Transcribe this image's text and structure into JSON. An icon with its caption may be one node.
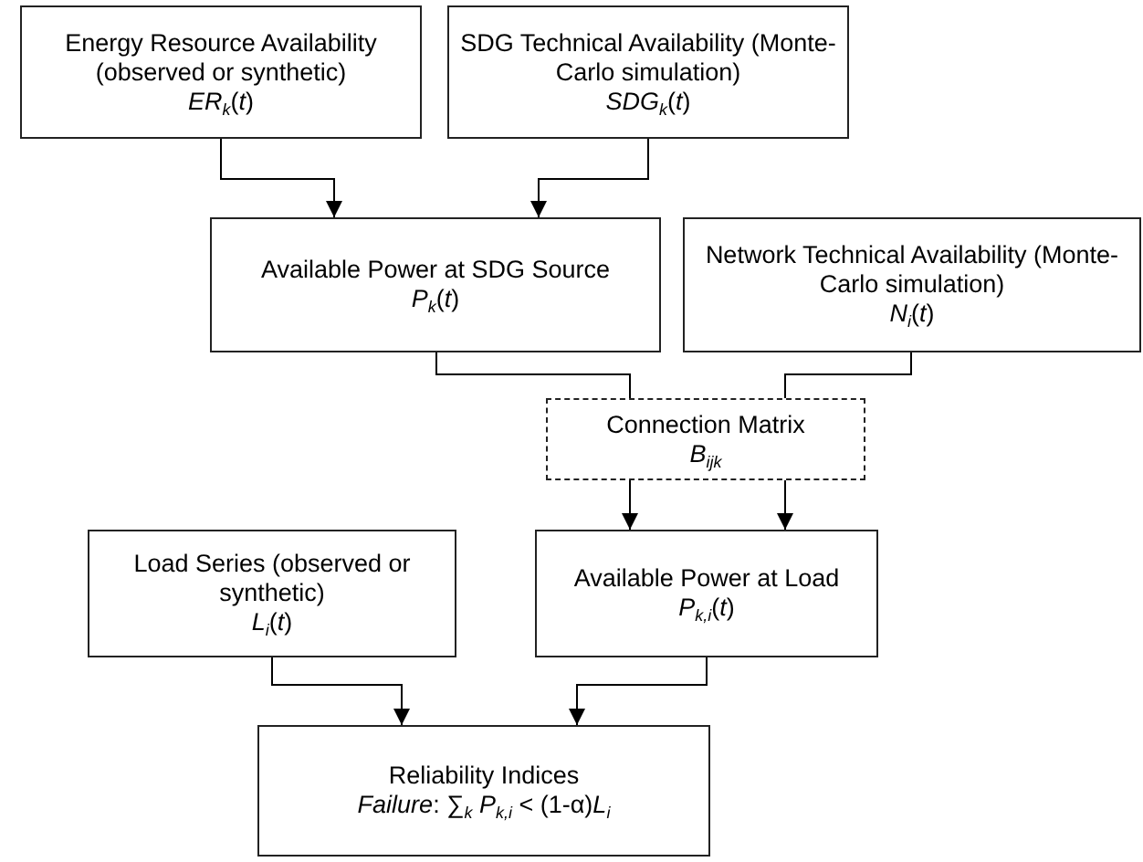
{
  "diagram": {
    "nodes": [
      {
        "text": [
          "Energy Resource Availability (observed or synthetic)",
          "*ER*$_{k}$(*t*)"
        ]
      },
      {
        "text": [
          "SDG Technical Availability (Monte-Carlo simulation)",
          "*SDG*$_{k}$(*t*)"
        ]
      },
      {
        "text": [
          "Available Power at SDG Source",
          "*P*$_{k}$(*t*)"
        ]
      },
      {
        "text": [
          "Network Technical Availability (Monte-Carlo simulation)",
          "*N*$_{i}$(*t*)"
        ]
      },
      {
        "text": [
          "Connection Matrix",
          "*B*$_{ijk}$"
        ]
      },
      {
        "text": [
          "Load Series (observed or synthetic)",
          "*L*$_{i}$(*t*)"
        ]
      },
      {
        "text": [
          "Available Power at Load",
          "*P*$_{k,i}$(*t*)"
        ]
      },
      {
        "text": [
          "Reliability Indices",
          "*Failure*: ∑$_{k}$ *P*$_{k,i}$ < (1-α)*L*$_{i}$"
        ]
      }
    ],
    "edges": [
      {
        "from": 0,
        "to": 2,
        "arrow": "to"
      },
      {
        "from": 1,
        "to": 2,
        "arrow": "to"
      },
      {
        "from": 2,
        "to": 4,
        "arrow": "none"
      },
      {
        "from": 3,
        "to": 4,
        "arrow": "none"
      },
      {
        "from": 4,
        "to": 6,
        "arrow": "to"
      },
      {
        "from": 4,
        "to": 6,
        "arrow": "to"
      },
      {
        "from": 5,
        "to": 7,
        "arrow": "to"
      },
      {
        "from": 6,
        "to": 7,
        "arrow": "to"
      }
    ]
  }
}
